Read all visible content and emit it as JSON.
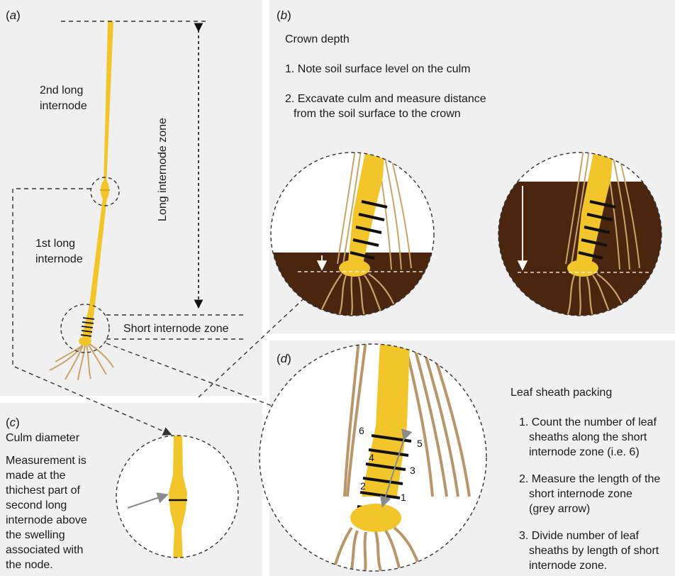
{
  "panel_a": {
    "label_open": "(",
    "label_letter": "a",
    "label_close": ")",
    "second_long_internode": [
      "2nd long",
      "internode"
    ],
    "first_long_internode": [
      "1st long",
      "internode"
    ],
    "long_internode_zone": "Long internode zone",
    "short_internode_zone": "Short internode zone"
  },
  "panel_b": {
    "label_open": "(",
    "label_letter": "b",
    "label_close": ")",
    "title": "Crown depth",
    "step1": "1. Note soil surface level on the culm",
    "step2_line1": "2. Excavate culm and measure distance",
    "step2_line2": "from the soil surface to the crown"
  },
  "panel_c": {
    "label_open": "(",
    "label_letter": "c",
    "label_close": ")",
    "title": "Culm diameter",
    "description": [
      "Measurement is",
      "made at the",
      "thichest part of",
      "second long",
      "internode above",
      "the swelling",
      "associated with",
      "the node."
    ]
  },
  "panel_d": {
    "label_open": "(",
    "label_letter": "d",
    "label_close": ")",
    "title": "Leaf sheath packing",
    "step1": [
      "1. Count the number of leaf",
      "sheaths along the short",
      "internode zone (i.e. 6)"
    ],
    "step2": [
      "2. Measure the length of the",
      "short internode zone",
      "(grey arrow)"
    ],
    "step3": [
      "3. Divide number of leaf",
      "sheaths by length of short",
      "internode zone."
    ],
    "sheath_numbers": [
      "1",
      "2",
      "3",
      "4",
      "5",
      "6"
    ]
  },
  "colors": {
    "panel_bg": "#f0f0f0",
    "culm": "#f2c62a",
    "culm_dark": "#d9a91a",
    "root": "#c9a46a",
    "sheath": "#b9966a",
    "soil": "#4b260f",
    "band": "#111111",
    "arrow_grey": "#8a8a8a",
    "dashed": "#333333"
  }
}
